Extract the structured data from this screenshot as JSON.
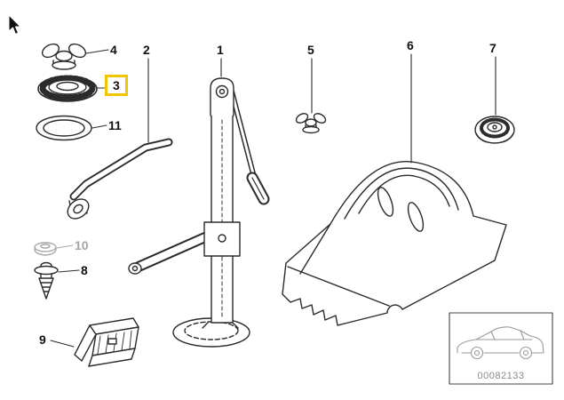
{
  "diagram": {
    "part_labels": {
      "p1": "1",
      "p2": "2",
      "p3": "3",
      "p4": "4",
      "p5": "5",
      "p6": "6",
      "p7": "7",
      "p8": "8",
      "p9": "9",
      "p10": "10",
      "p11": "11"
    },
    "highlighted_part": "3",
    "inset": {
      "part_number": "00082133"
    },
    "colors": {
      "line": "#2b2b2b",
      "muted": "#a6a6a6",
      "highlight": "#f5c400"
    }
  }
}
